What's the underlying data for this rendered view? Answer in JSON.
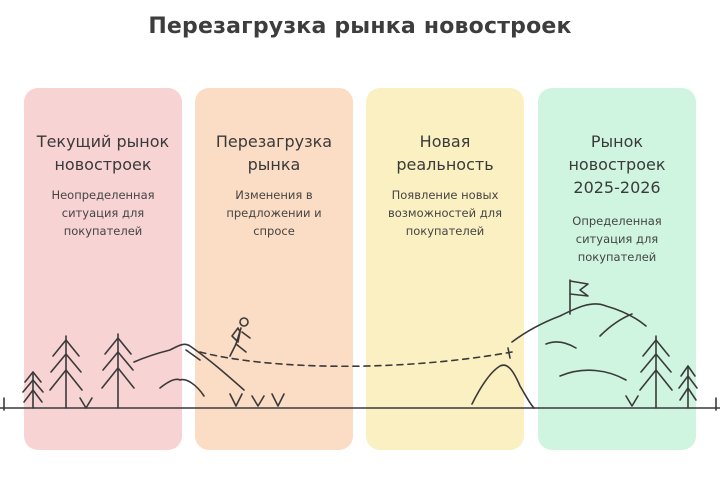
{
  "title": "Перезагрузка рынка новостроек",
  "colors": {
    "stage1": "#f7d3d3",
    "stage2": "#fbdcc4",
    "stage3": "#fbf0c2",
    "stage4": "#cff5e0",
    "ink": "#3a3a3a"
  },
  "stages": [
    {
      "title_lines": [
        "Текущий рынок",
        "новостроек"
      ],
      "desc_lines": [
        "Неопределенная",
        "ситуация для",
        "покупателей"
      ]
    },
    {
      "title_lines": [
        "Перезагрузка",
        "рынка"
      ],
      "desc_lines": [
        "Изменения в",
        "предложении и",
        "спросе"
      ]
    },
    {
      "title_lines": [
        "Новая",
        "реальность"
      ],
      "desc_lines": [
        "Появление новых",
        "возможностей для",
        "покупателей"
      ]
    },
    {
      "title_lines": [
        "Рынок",
        "новостроек",
        "2025-2026"
      ],
      "desc_lines": [
        "Определенная",
        "ситуация для",
        "покупателей"
      ]
    }
  ],
  "icons": [
    "pine-tree-icon",
    "hiker-icon",
    "hill-icon",
    "flag-icon",
    "grass-icon"
  ]
}
